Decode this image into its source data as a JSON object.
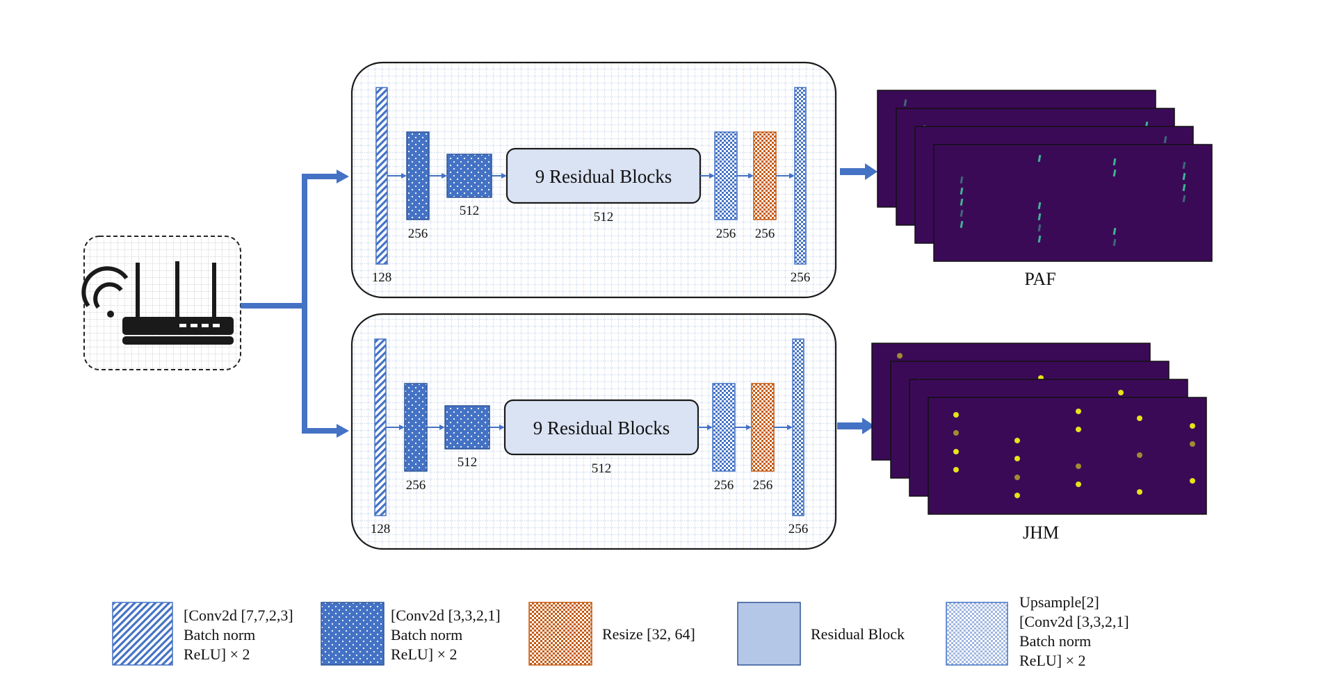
{
  "branches": [
    {
      "residual_label": "9 Residual Blocks",
      "in_width": "128",
      "conv1_width": "256",
      "conv2_width": "512",
      "res_width": "512",
      "up_width": "256",
      "resize_width": "256",
      "out_width": "256",
      "output_label": "PAF"
    },
    {
      "residual_label": "9 Residual Blocks",
      "in_width": "128",
      "conv1_width": "256",
      "conv2_width": "512",
      "res_width": "512",
      "up_width": "256",
      "resize_width": "256",
      "out_width": "256",
      "output_label": "JHM"
    }
  ],
  "legend": {
    "conv7": [
      "[Conv2d [7,7,2,3]",
      "Batch norm",
      "ReLU] × 2"
    ],
    "conv3": [
      "[Conv2d [3,3,2,1]",
      "Batch norm",
      "ReLU] × 2"
    ],
    "resize": [
      "Resize [32, 64]"
    ],
    "residual": [
      "Residual Block"
    ],
    "upsample": [
      "Upsample[2]",
      "[Conv2d [3,3,2,1]",
      "Batch norm",
      "ReLU] × 2"
    ]
  },
  "colors": {
    "blue": "#4472c4",
    "dark_blue": "#2f5597",
    "orange": "#c55a11",
    "light_blue_fill": "#dae3f3",
    "residual_fill": "#b4c7e7",
    "heatmap_bg": "#3b0a57",
    "paf_mark": "#3fc79a",
    "jhm_mark": "#e4e419"
  },
  "icons": {
    "input": "wifi-router-icon"
  }
}
